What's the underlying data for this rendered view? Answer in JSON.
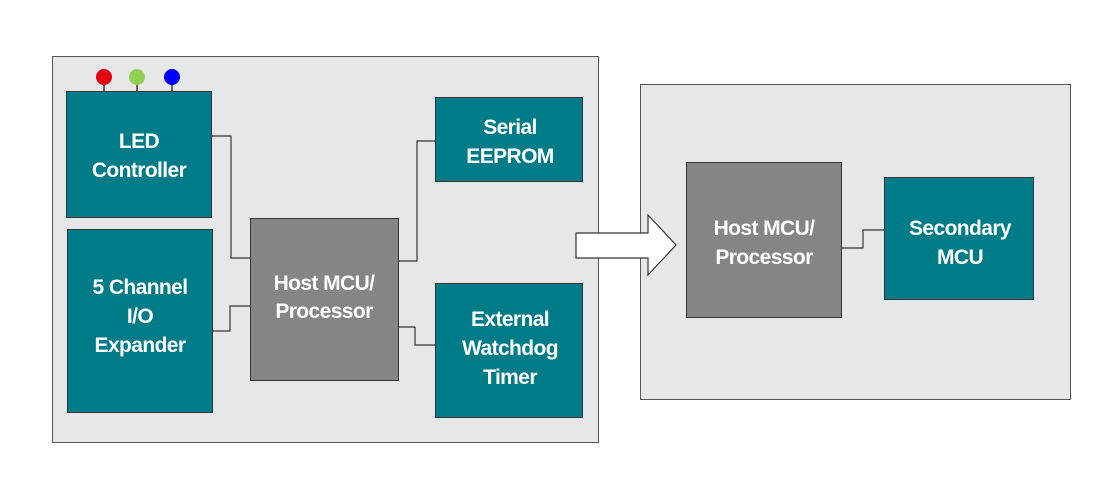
{
  "colors": {
    "panel": "#e6e7e9",
    "teal": "#007c89",
    "gray": "#858585",
    "led_red": "#e3000f",
    "led_green": "#92d050",
    "led_blue": "#0000ff"
  },
  "left_panel": {
    "led_controller": [
      "LED",
      "Controller"
    ],
    "io_expander": [
      "5 Channel",
      "I/O",
      "Expander"
    ],
    "host": [
      "Host MCU/",
      "Processor"
    ],
    "eeprom": [
      "Serial",
      "EEPROM"
    ],
    "watchdog": [
      "External",
      "Watchdog",
      "Timer"
    ]
  },
  "right_panel": {
    "host": [
      "Host MCU/",
      "Processor"
    ],
    "secondary": [
      "Secondary",
      "MCU"
    ]
  }
}
